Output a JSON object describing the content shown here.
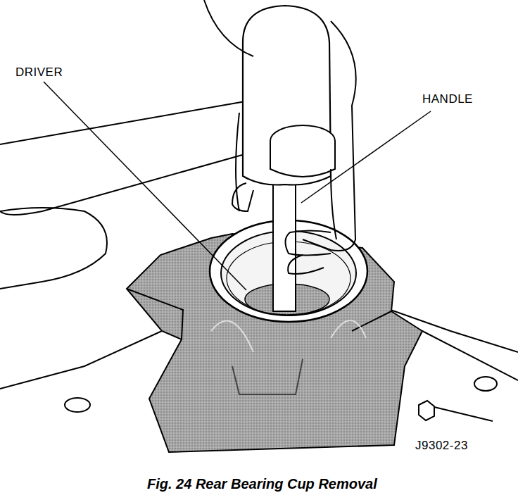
{
  "diagram": {
    "caption": "Fig. 24 Rear Bearing Cup Removal",
    "labels": [
      "DRIVER",
      "HANDLE",
      "J9302-23"
    ]
  }
}
